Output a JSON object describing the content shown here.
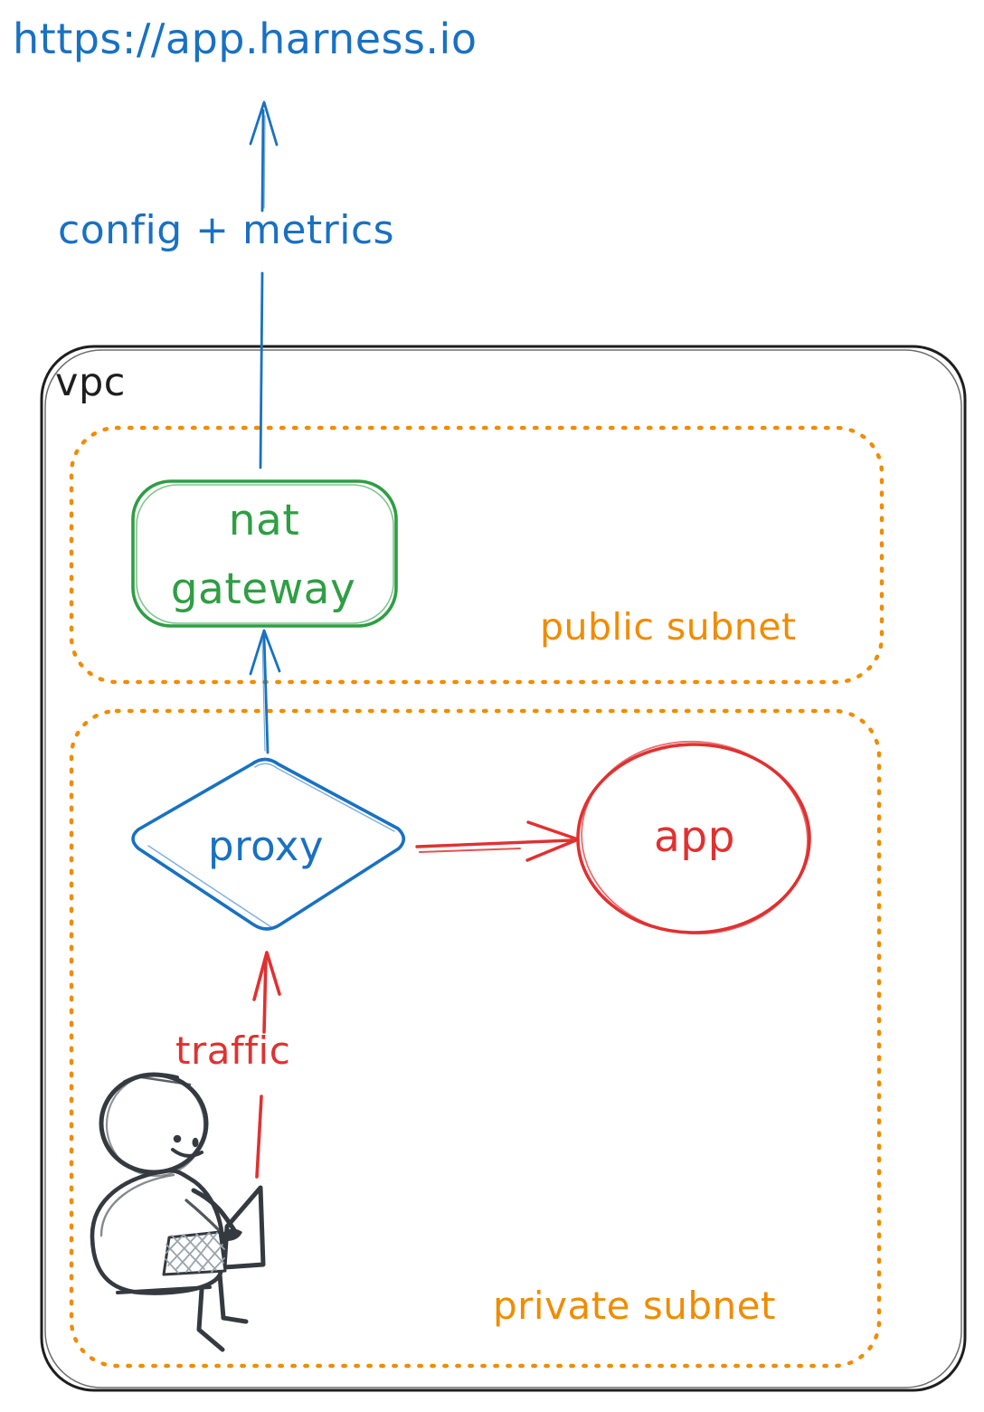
{
  "diagram": {
    "url_label": "https://app.harness.io",
    "config_metrics_label": "config + metrics",
    "traffic_label": "traffic",
    "containers": {
      "vpc": "vpc",
      "public_subnet": "public subnet",
      "private_subnet": "private subnet"
    },
    "nodes": {
      "nat_gateway_line1": "nat",
      "nat_gateway_line2": "gateway",
      "proxy": "proxy",
      "app": "app"
    },
    "colors": {
      "blue": "#1971c2",
      "green": "#2f9e44",
      "orange": "#f08c00",
      "red": "#e03131",
      "ink": "#1e1e1e",
      "person_ink": "#343a40"
    }
  }
}
